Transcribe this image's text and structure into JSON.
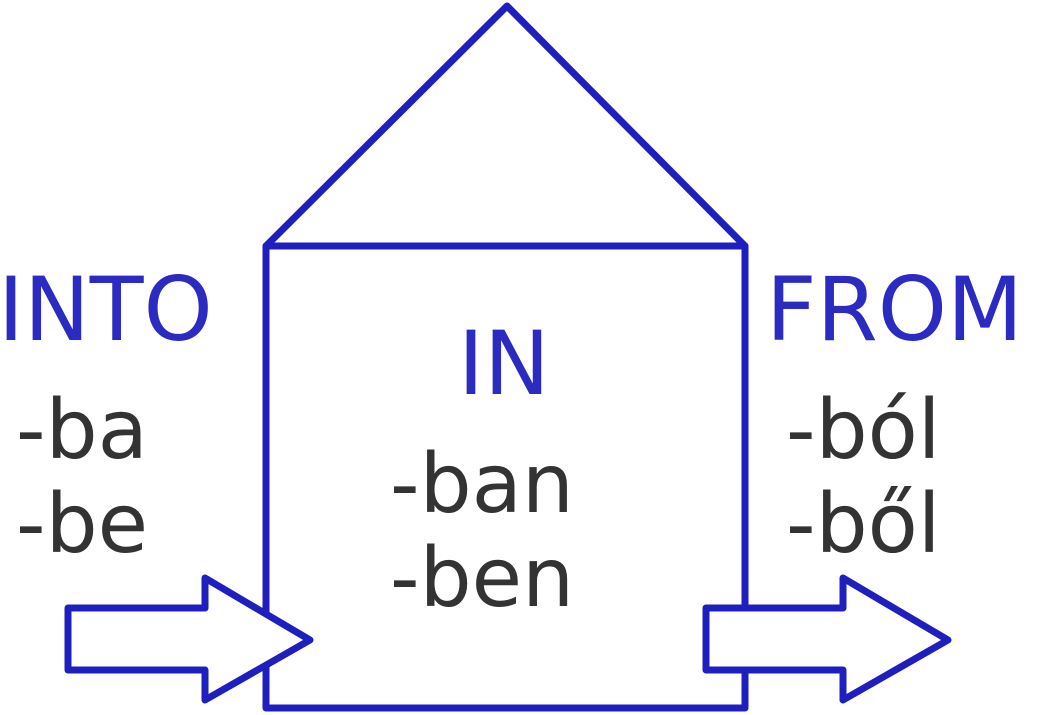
{
  "colors": {
    "outline": "#1f1fbf",
    "heading": "#2b2bc2",
    "suffix": "#333333",
    "background": "#ffffff"
  },
  "into": {
    "heading": "INTO",
    "suffixes": [
      "-ba",
      "-be"
    ]
  },
  "in": {
    "heading": "IN",
    "suffixes": [
      "-ban",
      "-ben"
    ]
  },
  "from": {
    "heading": "FROM",
    "suffixes": [
      "-ból",
      "-ből"
    ]
  }
}
